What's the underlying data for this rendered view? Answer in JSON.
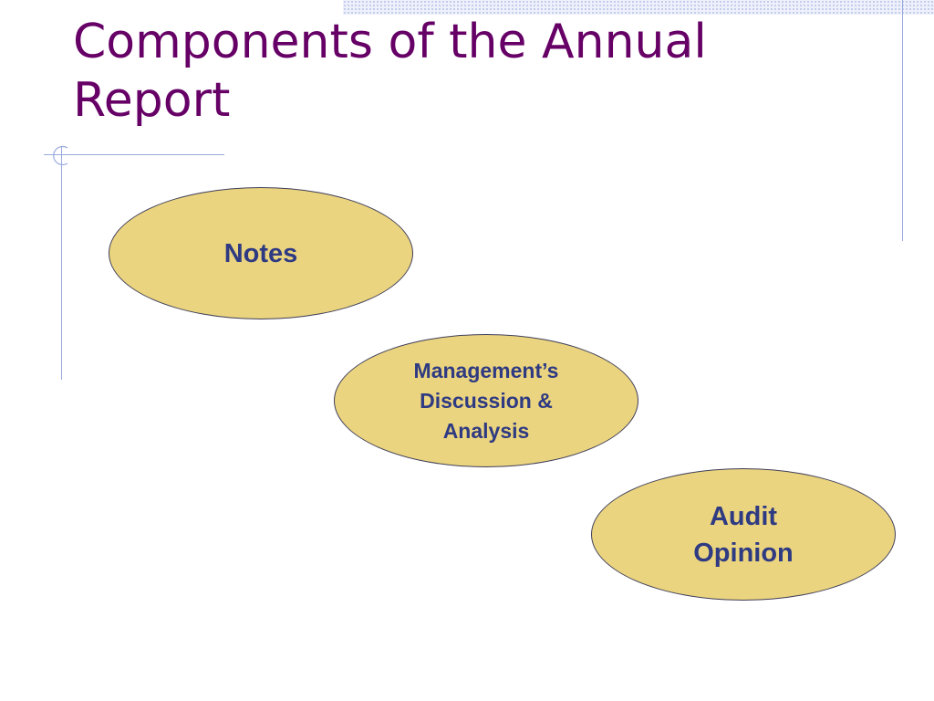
{
  "slide": {
    "title": "Components of the Annual Report",
    "components": [
      {
        "label": "Notes"
      },
      {
        "label": "Management’s\nDiscussion &\nAnalysis"
      },
      {
        "label": "Audit\nOpinion"
      }
    ]
  },
  "colors": {
    "title": "#660066",
    "ellipse_fill": "#ebd47f",
    "ellipse_text": "#2e3a82",
    "accent_lines": "#9aa9df"
  }
}
